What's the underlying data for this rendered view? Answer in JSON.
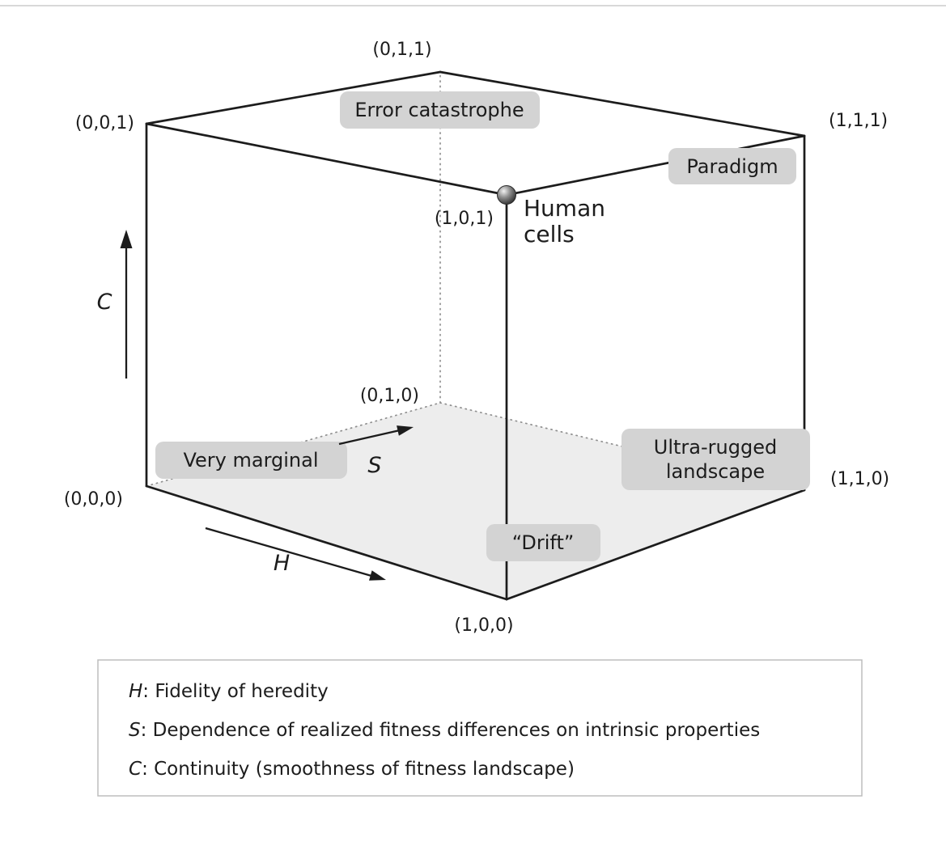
{
  "figure": {
    "corners": {
      "c000": "(0,0,0)",
      "c100": "(1,0,0)",
      "c010": "(0,1,0)",
      "c110": "(1,1,0)",
      "c001": "(0,0,1)",
      "c101": "(1,0,1)",
      "c011": "(0,1,1)",
      "c111": "(1,1,1)"
    },
    "axes": {
      "h": "H",
      "s": "S",
      "c": "C"
    },
    "regions": {
      "error_catastrophe": "Error catastrophe",
      "paradigm": "Paradigm",
      "very_marginal": "Very marginal",
      "ultra_rugged_line1": "Ultra-rugged",
      "ultra_rugged_line2": "landscape",
      "drift": "“Drift”"
    },
    "point": {
      "label_line1": "Human",
      "label_line2": "cells"
    },
    "legend": {
      "items": [
        {
          "var": "H",
          "text": ": Fidelity of heredity"
        },
        {
          "var": "S",
          "text": ": Dependence of realized fitness differences on intrinsic properties"
        },
        {
          "var": "C",
          "text": ": Continuity (smoothness of fitness landscape)"
        }
      ]
    },
    "colors": {
      "edge": "#1c1c1c",
      "hidden_edge": "#8f8f8f",
      "floor_fill": "#ededed",
      "pill_fill": "#d3d3d3",
      "legend_border": "#bdbdbd"
    }
  }
}
